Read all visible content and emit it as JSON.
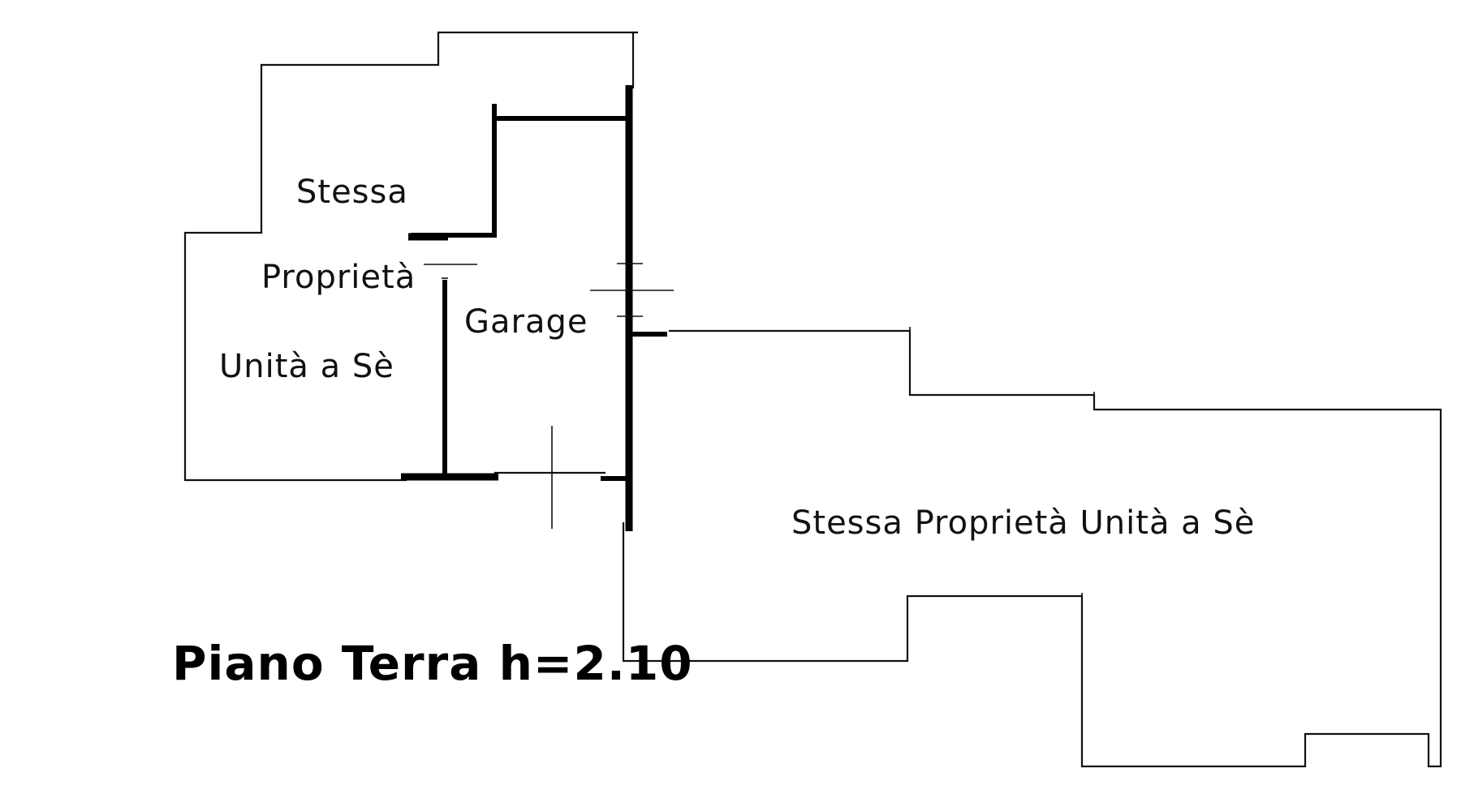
{
  "plan": {
    "title": "Piano Terra h=2.10",
    "rooms": {
      "left_line1": "Stessa",
      "left_line2": "Proprietà",
      "left_line3": "Unità a Sè",
      "garage": "Garage",
      "right": "Stessa Proprietà Unità a Sè"
    }
  }
}
